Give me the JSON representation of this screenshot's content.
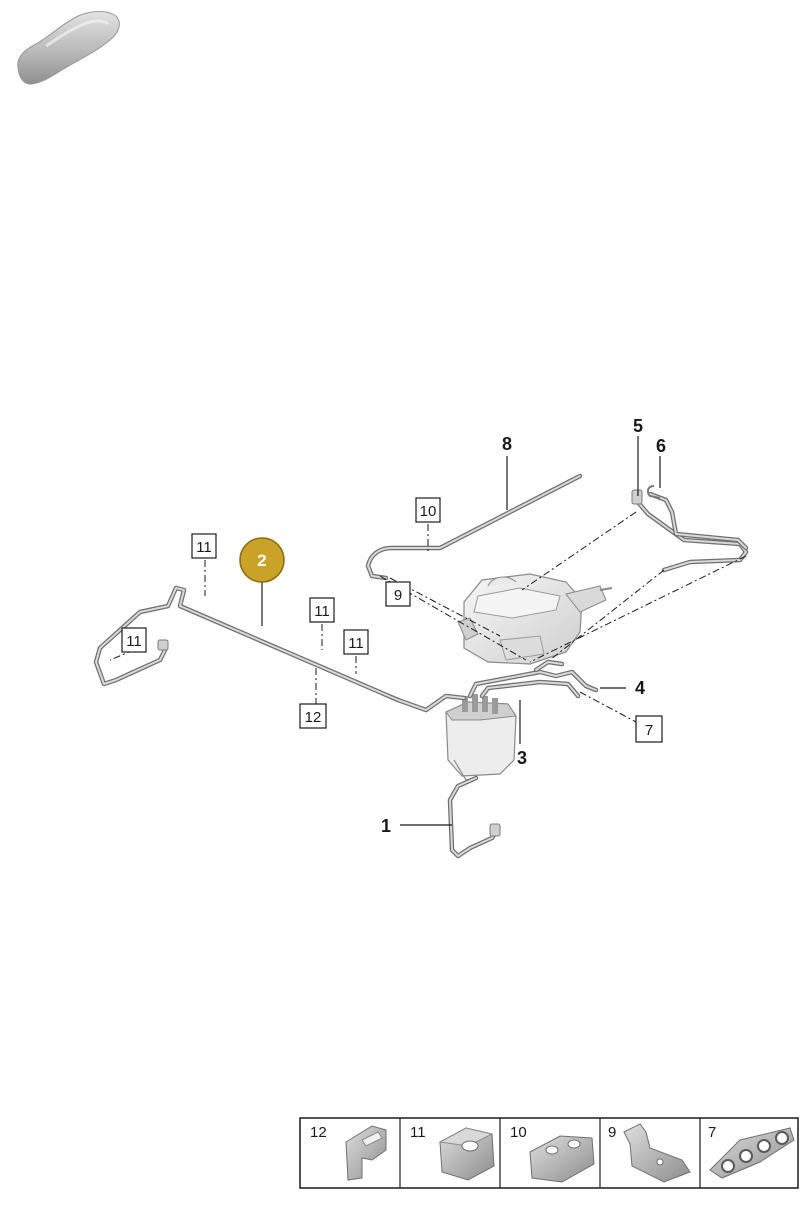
{
  "diagram": {
    "callouts": {
      "c1": "1",
      "c3": "3",
      "c4": "4",
      "c5": "5",
      "c6": "6",
      "c8": "8"
    },
    "boxed_refs": {
      "b11a": "11",
      "b11b": "11",
      "b11c": "11",
      "b11d": "11",
      "b12": "12",
      "b10": "10",
      "b9": "9",
      "b7": "7"
    },
    "selected_part": "2",
    "selected_color": "#c9a227",
    "legend": {
      "items": [
        {
          "label": "12"
        },
        {
          "label": "11"
        },
        {
          "label": "10"
        },
        {
          "label": "9"
        },
        {
          "label": "7"
        }
      ]
    },
    "vehicle_icon": "car-silhouette-icon"
  }
}
